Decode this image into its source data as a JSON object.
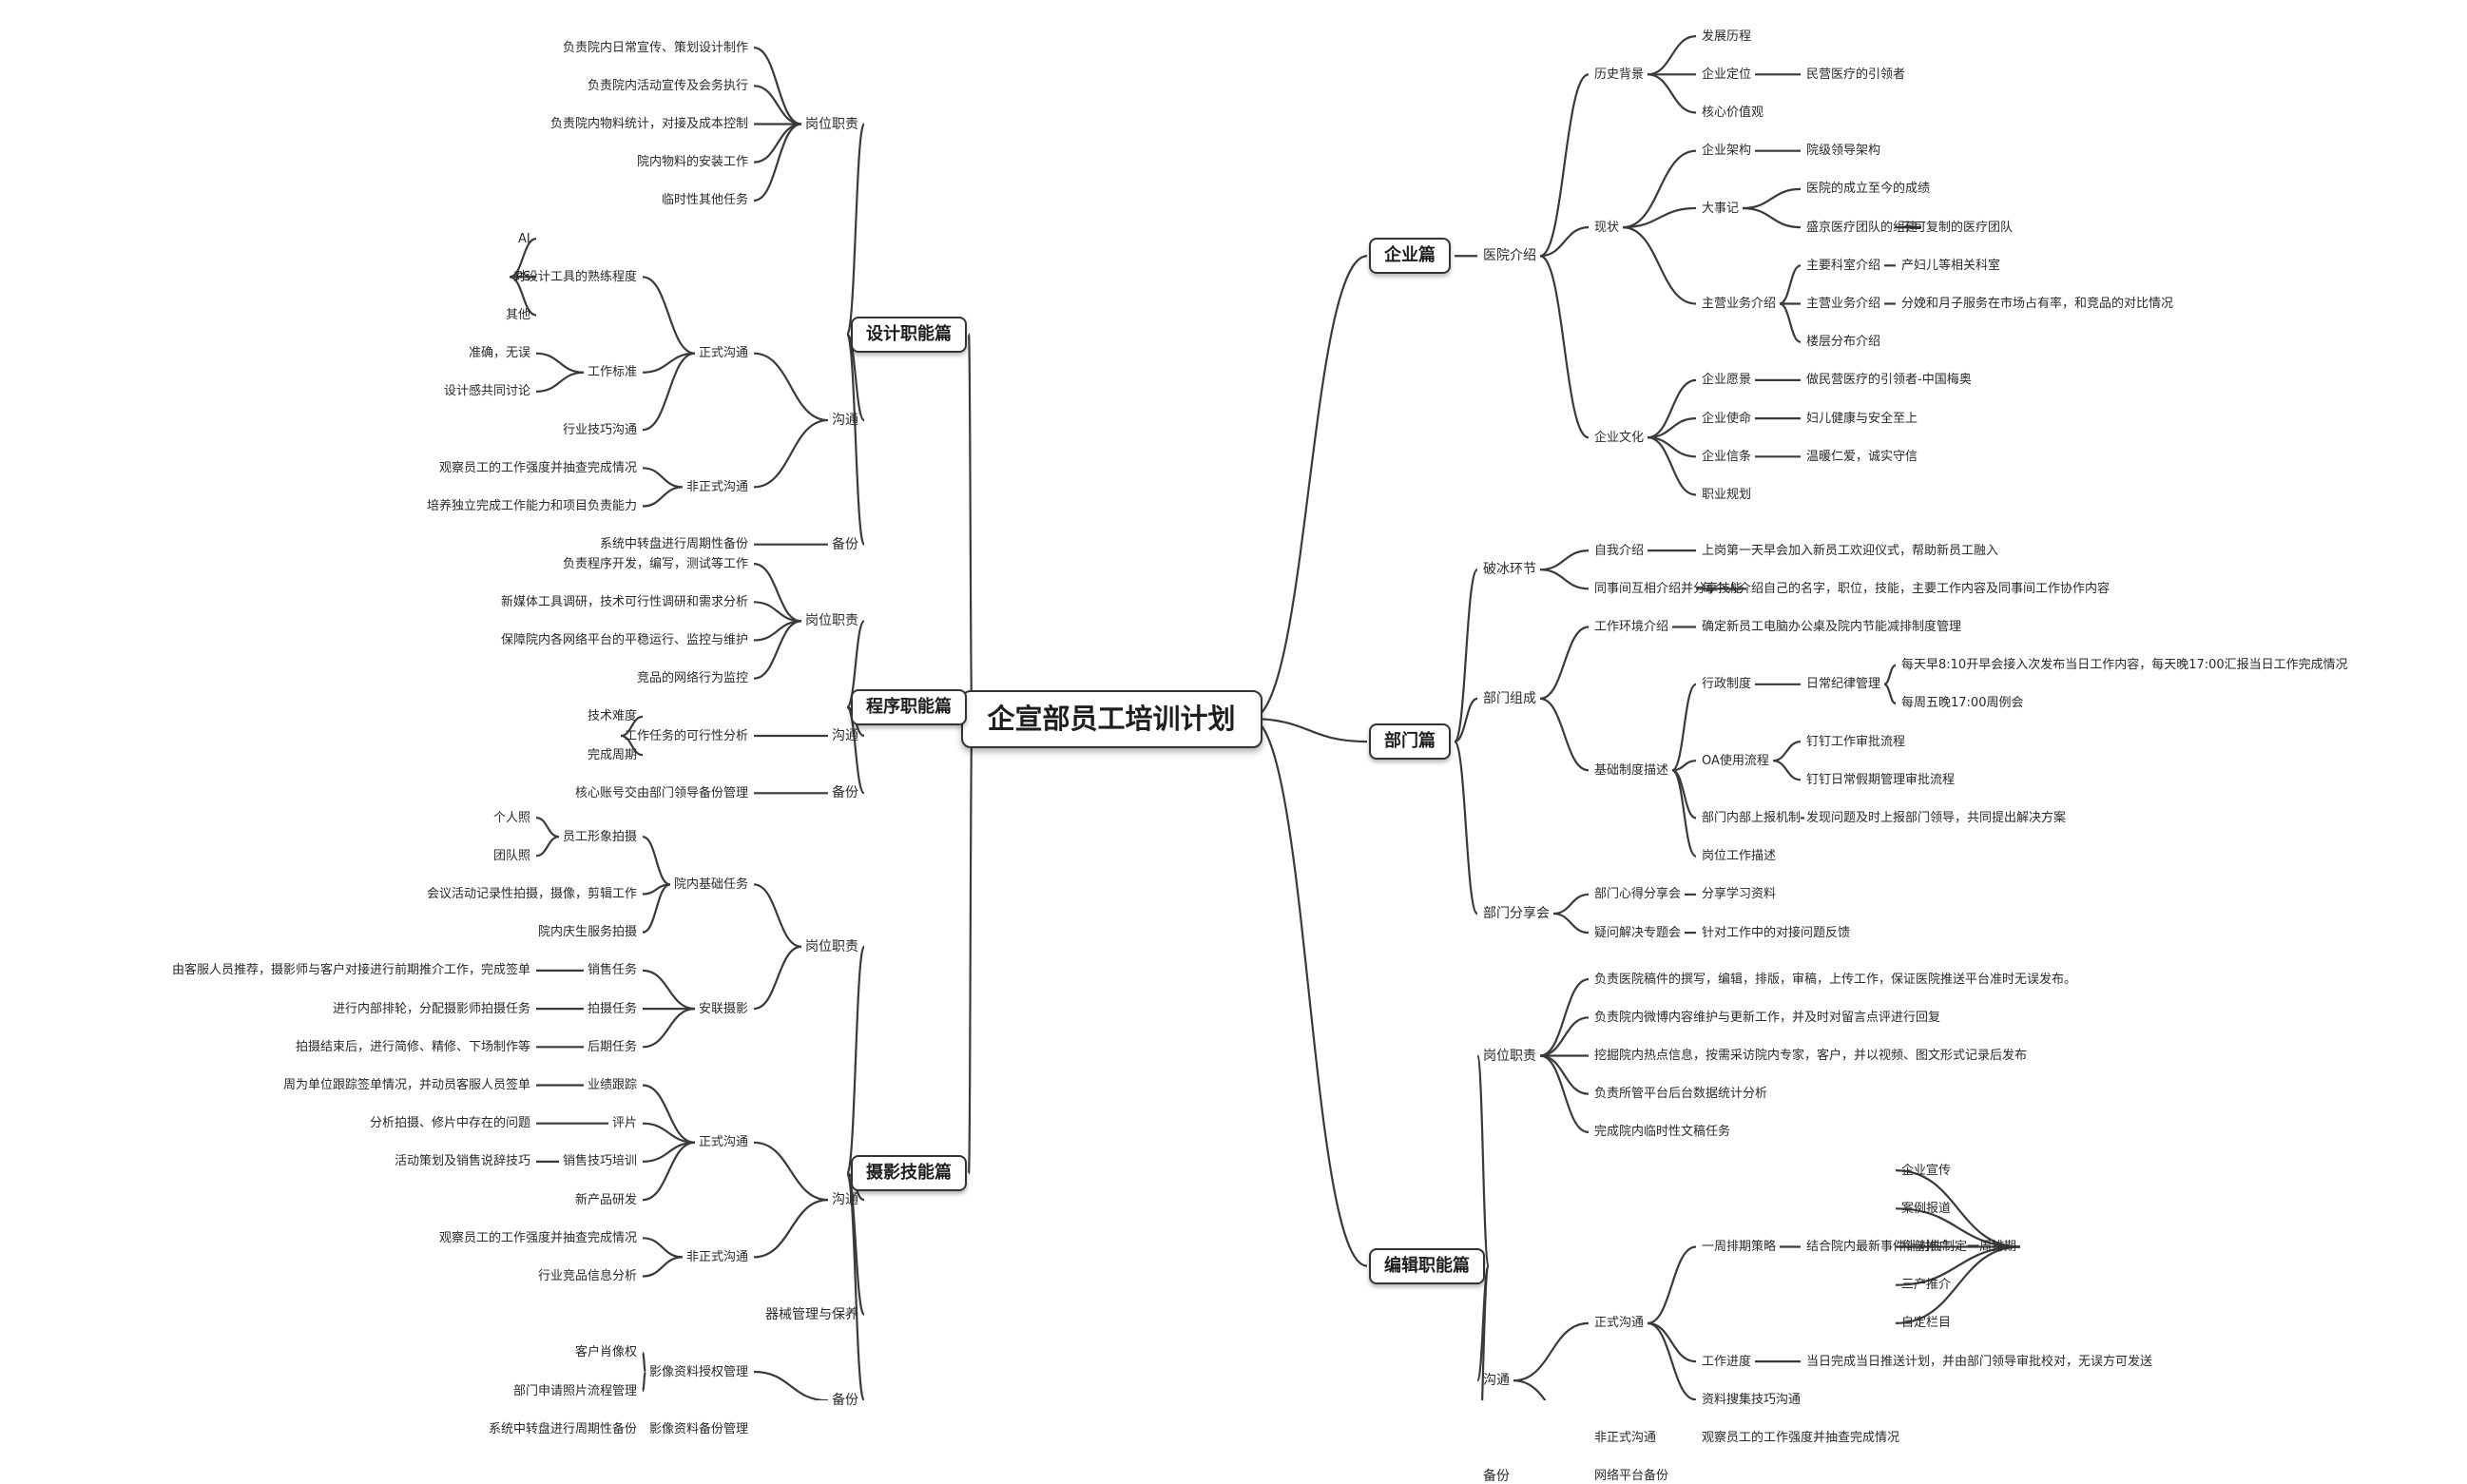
{
  "title": "企宣部员工培训计划",
  "right": [
    {
      "label": "企业篇",
      "children": [
        {
          "label": "医院介绍",
          "children": [
            {
              "label": "历史背景",
              "children": [
                {
                  "label": "发展历程"
                },
                {
                  "label": "企业定位",
                  "children": [
                    {
                      "label": "民营医疗的引领者"
                    }
                  ]
                },
                {
                  "label": "核心价值观"
                }
              ]
            },
            {
              "label": "现状",
              "children": [
                {
                  "label": "企业架构",
                  "children": [
                    {
                      "label": "院级领导架构"
                    }
                  ]
                },
                {
                  "label": "大事记",
                  "children": [
                    {
                      "label": "医院的成立至今的成绩"
                    },
                    {
                      "label": "盛京医疗团队的组建",
                      "children": [
                        {
                          "label": "不可复制的医疗团队"
                        }
                      ]
                    }
                  ]
                },
                {
                  "label": "主营业务介绍",
                  "children": [
                    {
                      "label": "主要科室介绍",
                      "children": [
                        {
                          "label": "产妇儿等相关科室"
                        }
                      ]
                    },
                    {
                      "label": "主营业务介绍",
                      "children": [
                        {
                          "label": "分娩和月子服务在市场占有率，和竞品的对比情况"
                        }
                      ]
                    },
                    {
                      "label": "楼层分布介绍"
                    }
                  ]
                }
              ]
            },
            {
              "label": "企业文化",
              "children": [
                {
                  "label": "企业愿景",
                  "children": [
                    {
                      "label": "做民营医疗的引领者-中国梅奥"
                    }
                  ]
                },
                {
                  "label": "企业使命",
                  "children": [
                    {
                      "label": "妇儿健康与安全至上"
                    }
                  ]
                },
                {
                  "label": "企业信条",
                  "children": [
                    {
                      "label": "温暖仁爱，诚实守信"
                    }
                  ]
                },
                {
                  "label": "职业规划"
                }
              ]
            }
          ]
        }
      ]
    },
    {
      "label": "部门篇",
      "children": [
        {
          "label": "破冰环节",
          "children": [
            {
              "label": "自我介绍",
              "children": [
                {
                  "label": "上岗第一天早会加入新员工欢迎仪式，帮助新员工融入"
                }
              ]
            },
            {
              "label": "同事间互相介绍并分享技能",
              "children": [
                {
                  "label": "每个人介绍自己的名字，职位，技能，主要工作内容及同事间工作协作内容"
                }
              ]
            }
          ]
        },
        {
          "label": "部门组成",
          "children": [
            {
              "label": "工作环境介绍",
              "children": [
                {
                  "label": "确定新员工电脑办公桌及院内节能减排制度管理"
                }
              ]
            },
            {
              "label": "基础制度描述",
              "children": [
                {
                  "label": "行政制度",
                  "children": [
                    {
                      "label": "日常纪律管理",
                      "children": [
                        {
                          "label": "每天早8:10开早会接入次发布当日工作内容，每天晚17:00汇报当日工作完成情况"
                        },
                        {
                          "label": "每周五晚17:00周例会"
                        }
                      ]
                    }
                  ]
                },
                {
                  "label": "OA使用流程",
                  "children": [
                    {
                      "label": "钉钉工作审批流程"
                    },
                    {
                      "label": "钉钉日常假期管理审批流程"
                    }
                  ]
                },
                {
                  "label": "部门内部上报机制",
                  "children": [
                    {
                      "label": "发现问题及时上报部门领导，共同提出解决方案"
                    }
                  ]
                },
                {
                  "label": "岗位工作描述"
                }
              ]
            }
          ]
        },
        {
          "label": "部门分享会",
          "children": [
            {
              "label": "部门心得分享会",
              "children": [
                {
                  "label": "分享学习资料"
                }
              ]
            },
            {
              "label": "疑问解决专题会",
              "children": [
                {
                  "label": "针对工作中的对接问题反馈"
                }
              ]
            }
          ]
        }
      ]
    },
    {
      "label": "编辑职能篇",
      "children": [
        {
          "label": "岗位职责",
          "children": [
            {
              "label": "负责医院稿件的撰写，编辑，排版，审稿，上传工作，保证医院推送平台准时无误发布。"
            },
            {
              "label": "负责院内微博内容维护与更新工作，并及时对留言点评进行回复"
            },
            {
              "label": "挖掘院内热点信息，按需采访院内专家，客户，并以视频、图文形式记录后发布"
            },
            {
              "label": "负责所管平台后台数据统计分析"
            },
            {
              "label": "完成院内临时性文稿任务"
            }
          ]
        },
        {
          "label": "沟通",
          "children": [
            {
              "label": "正式沟通",
              "children": [
                {
                  "label": "一周排期策略",
                  "children": [
                    {
                      "label": "结合院内最新事件针对性制定一周排期",
                      "children": [
                        {
                          "label": "企业宣传"
                        },
                        {
                          "label": "案例报道"
                        },
                        {
                          "label": "科普推广"
                        },
                        {
                          "label": "三产推介"
                        },
                        {
                          "label": "自定栏目"
                        }
                      ]
                    }
                  ]
                },
                {
                  "label": "工作进度",
                  "children": [
                    {
                      "label": "当日完成当日推送计划，并由部门领导审批校对，无误方可发送"
                    }
                  ]
                },
                {
                  "label": "资料搜集技巧沟通"
                }
              ]
            },
            {
              "label": "非正式沟通",
              "children": [
                {
                  "label": "观察员工的工作强度并抽查完成情况"
                }
              ]
            }
          ]
        },
        {
          "label": "备份",
          "children": [
            {
              "label": "网络平台备份"
            }
          ]
        }
      ]
    }
  ],
  "left": [
    {
      "label": "设计职能篇",
      "children": [
        {
          "label": "岗位职责",
          "children": [
            {
              "label": "负责院内日常宣传、策划设计制作"
            },
            {
              "label": "负责院内活动宣传及会务执行"
            },
            {
              "label": "负责院内物料统计，对接及成本控制"
            },
            {
              "label": "院内物料的安装工作"
            },
            {
              "label": "临时性其他任务"
            }
          ]
        },
        {
          "label": "沟通",
          "children": [
            {
              "label": "正式沟通",
              "children": [
                {
                  "label": "对设计工具的熟练程度",
                  "children": [
                    {
                      "label": "AI"
                    },
                    {
                      "label": "PS"
                    },
                    {
                      "label": "其他"
                    }
                  ]
                },
                {
                  "label": "工作标准",
                  "children": [
                    {
                      "label": "准确，无误"
                    },
                    {
                      "label": "设计感共同讨论"
                    }
                  ]
                },
                {
                  "label": "行业技巧沟通"
                }
              ]
            },
            {
              "label": "非正式沟通",
              "children": [
                {
                  "label": "观察员工的工作强度并抽查完成情况"
                },
                {
                  "label": "培养独立完成工作能力和项目负责能力"
                }
              ]
            }
          ]
        },
        {
          "label": "备份",
          "children": [
            {
              "label": "系统中转盘进行周期性备份"
            }
          ]
        }
      ]
    },
    {
      "label": "程序职能篇",
      "children": [
        {
          "label": "岗位职责",
          "children": [
            {
              "label": "负责程序开发，编写，测试等工作"
            },
            {
              "label": "新媒体工具调研，技术可行性调研和需求分析"
            },
            {
              "label": "保障院内各网络平台的平稳运行、监控与维护"
            },
            {
              "label": "竞品的网络行为监控"
            }
          ]
        },
        {
          "label": "沟通",
          "children": [
            {
              "label": "工作任务的可行性分析",
              "children": [
                {
                  "label": "技术难度"
                },
                {
                  "label": "完成周期"
                }
              ]
            }
          ]
        },
        {
          "label": "备份",
          "children": [
            {
              "label": "核心账号交由部门领导备份管理"
            }
          ]
        }
      ]
    },
    {
      "label": "摄影技能篇",
      "children": [
        {
          "label": "岗位职责",
          "children": [
            {
              "label": "院内基础任务",
              "children": [
                {
                  "label": "员工形象拍摄",
                  "children": [
                    {
                      "label": "个人照"
                    },
                    {
                      "label": "团队照"
                    }
                  ]
                },
                {
                  "label": "会议活动记录性拍摄，摄像，剪辑工作"
                },
                {
                  "label": "院内庆生服务拍摄"
                }
              ]
            },
            {
              "label": "安联摄影",
              "children": [
                {
                  "label": "销售任务",
                  "children": [
                    {
                      "label": "由客服人员推荐，摄影师与客户对接进行前期推介工作，完成签单"
                    }
                  ]
                },
                {
                  "label": "拍摄任务",
                  "children": [
                    {
                      "label": "进行内部排轮，分配摄影师拍摄任务"
                    }
                  ]
                },
                {
                  "label": "后期任务",
                  "children": [
                    {
                      "label": "拍摄结束后，进行简修、精修、下场制作等"
                    }
                  ]
                }
              ]
            }
          ]
        },
        {
          "label": "沟通",
          "children": [
            {
              "label": "正式沟通",
              "children": [
                {
                  "label": "业绩跟踪",
                  "children": [
                    {
                      "label": "周为单位跟踪签单情况，并动员客服人员签单"
                    }
                  ]
                },
                {
                  "label": "评片",
                  "children": [
                    {
                      "label": "分析拍摄、修片中存在的问题"
                    }
                  ]
                },
                {
                  "label": "销售技巧培训",
                  "children": [
                    {
                      "label": "活动策划及销售说辞技巧"
                    }
                  ]
                },
                {
                  "label": "新产品研发"
                }
              ]
            },
            {
              "label": "非正式沟通",
              "children": [
                {
                  "label": "观察员工的工作强度并抽查完成情况"
                },
                {
                  "label": "行业竞品信息分析"
                }
              ]
            }
          ]
        },
        {
          "label": "器械管理与保养"
        },
        {
          "label": "备份",
          "children": [
            {
              "label": "影像资料授权管理",
              "children": [
                {
                  "label": "客户肖像权"
                },
                {
                  "label": "部门申请照片流程管理"
                }
              ]
            },
            {
              "label": "影像资料备份管理",
              "children": [
                {
                  "label": "系统中转盘进行周期性备份"
                }
              ]
            }
          ]
        }
      ]
    }
  ]
}
